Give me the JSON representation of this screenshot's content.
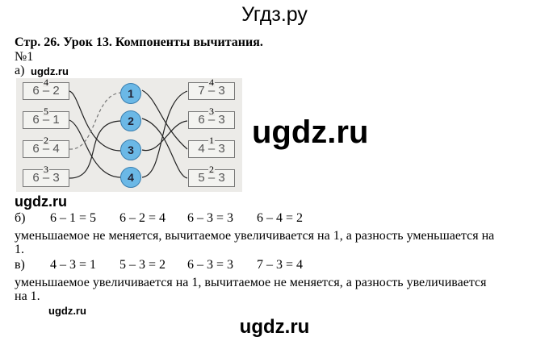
{
  "site_title": "Угдз.ру",
  "heading": "Стр. 26. Урок 13. Компоненты вычитания.",
  "task_number": "№1",
  "part_a_label": "а)",
  "watermarks": [
    "ugdz.ru",
    "ugdz.ru",
    "ugdz.ru",
    "ugdz.ru",
    "ugdz.ru"
  ],
  "figure": {
    "left_boxes": [
      {
        "expr": "6 – 2",
        "answer": "4"
      },
      {
        "expr": "6 – 1",
        "answer": "5"
      },
      {
        "expr": "6 – 4",
        "answer": "2"
      },
      {
        "expr": "6 – 3",
        "answer": "3"
      }
    ],
    "circles": [
      "1",
      "2",
      "3",
      "4"
    ],
    "right_boxes": [
      {
        "expr": "7 – 3",
        "answer": "4"
      },
      {
        "expr": "6 – 3",
        "answer": "3"
      },
      {
        "expr": "4 – 3",
        "answer": "1"
      },
      {
        "expr": "5 – 3",
        "answer": "2"
      }
    ]
  },
  "part_b": {
    "label": "б)",
    "equations": [
      "6 – 1 = 5",
      "6 – 2 = 4",
      "6 – 3 = 3",
      "6 – 4 = 2"
    ],
    "text_line1": "уменьшаемое не меняется, вычитаемое увеличивается на 1, а разность уменьшается на",
    "text_line2": "1."
  },
  "part_c": {
    "label": "в)",
    "equations": [
      "4 – 3 = 1",
      "5 – 3 = 2",
      "6 – 3 = 3",
      "7 – 3 = 4"
    ],
    "text_line1": "уменьшаемое увеличивается на 1, вычитаемое не меняется, а разность увеличивается",
    "text_line2": "на 1."
  }
}
